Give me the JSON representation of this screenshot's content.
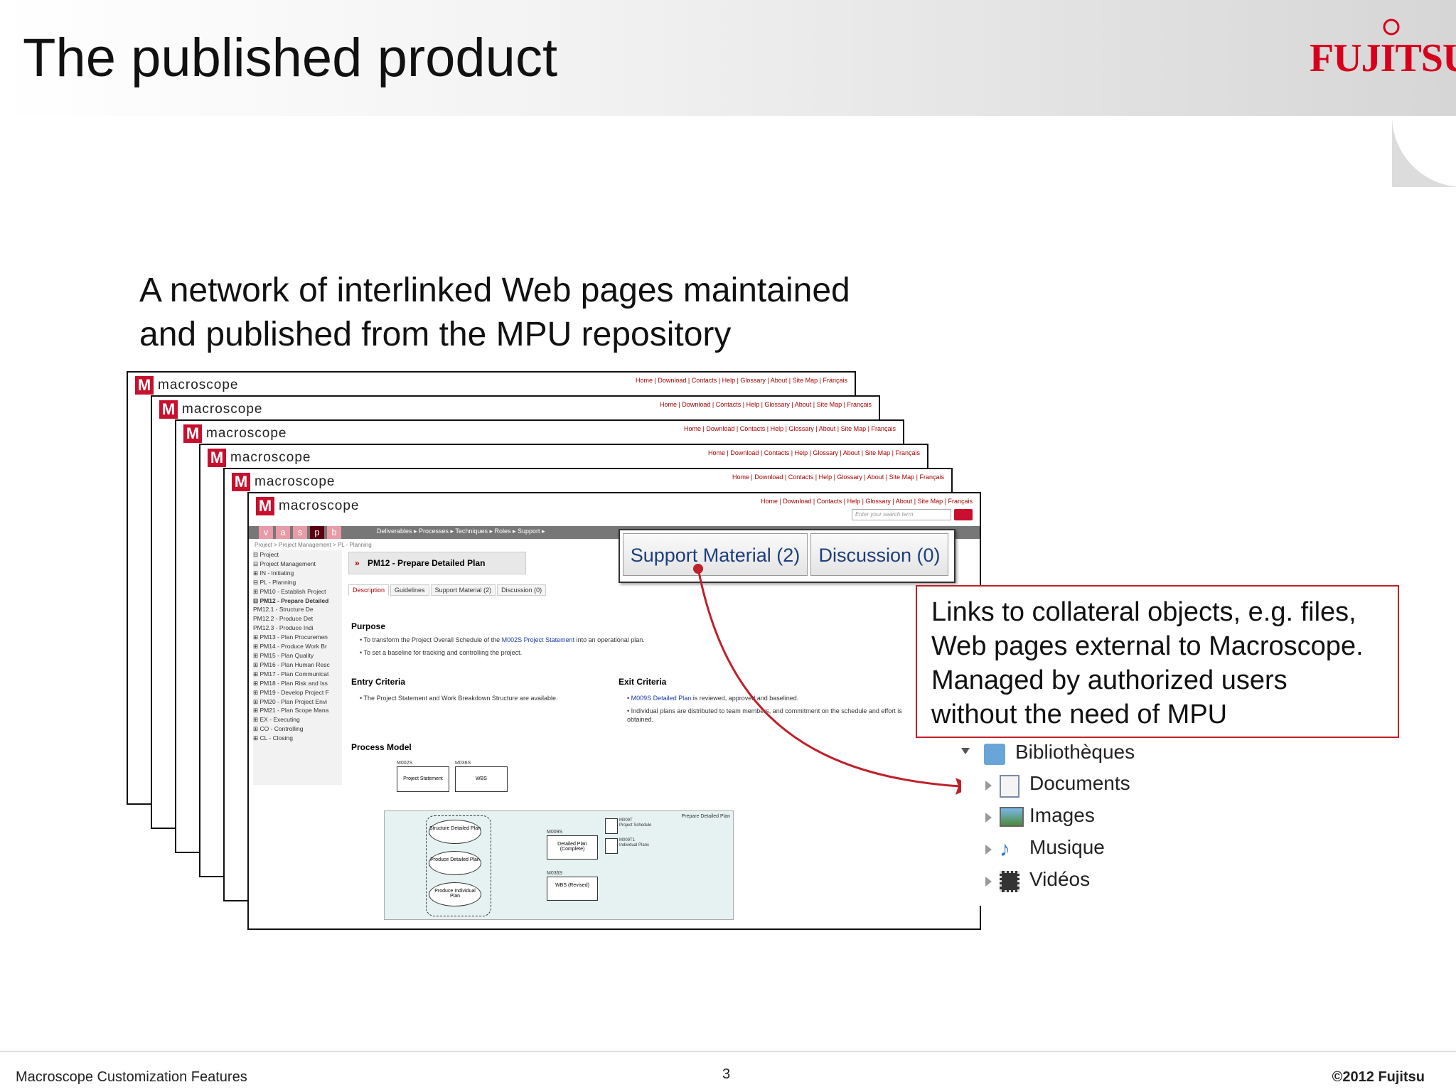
{
  "slide": {
    "title": "The published product",
    "subtitle_line1": "A network of interlinked Web pages maintained",
    "subtitle_line2": "and published from the MPU repository"
  },
  "logo": {
    "text": "FUJITSU",
    "color": "#d6001c"
  },
  "website": {
    "brand": "macroscope",
    "top_nav": "Home  |  Download  |  Contacts  |  Help  |  Glossary  |  About  |  Site Map  |  Français",
    "search_placeholder": "Enter your search term",
    "phase_tabs": [
      "v",
      "a",
      "s",
      "p",
      "b"
    ],
    "menu": "Deliverables ▸     Processes ▸     Techniques ▸     Roles ▸     Support ▸",
    "breadcrumb": "Project  >  Project Management  >  PL - Planning",
    "tree": [
      "⊟ Project",
      "   ⊟ Project Management",
      "      ⊞ IN - Initiating",
      "      ⊟ PL - Planning",
      "         ⊞ PM10 - Establish Project",
      "         ⊟ PM12 - Prepare Detailed",
      "              PM12.1 - Structure De",
      "              PM12.2 - Produce Det",
      "              PM12.3 - Produce Indi",
      "         ⊞ PM13 - Plan Procuremen",
      "         ⊞ PM14 - Produce Work Br",
      "         ⊞ PM15 - Plan Quality",
      "         ⊞ PM16 - Plan Human Resc",
      "         ⊞ PM17 - Plan Communicat",
      "         ⊞ PM18 - Plan Risk and Iss",
      "         ⊞ PM19 - Develop Project F",
      "         ⊞ PM20 - Plan Project Envi",
      "         ⊞ PM21 - Plan Scope Mana",
      "      ⊞ EX - Executing",
      "      ⊞ CO - Controlling",
      "      ⊞ CL - Closing"
    ],
    "content_title": "PM12 - Prepare Detailed Plan",
    "tabs": [
      "Description",
      "Guidelines",
      "Support Material (2)",
      "Discussion (0)"
    ],
    "purpose_heading": "Purpose",
    "purpose_1a": "To transform the Project Overall Schedule of the ",
    "purpose_1_link": "M002S Project Statement",
    "purpose_1b": " into an operational plan.",
    "purpose_2": "To set a baseline for tracking and controlling the project.",
    "entry_heading": "Entry Criteria",
    "entry_1": "The Project Statement and Work Breakdown Structure are available.",
    "exit_heading": "Exit Criteria",
    "exit_1_link": "M009S Detailed Plan",
    "exit_1b": " is reviewed, approved and baselined.",
    "exit_2": "Individual plans are distributed to team members, and commitment on the schedule and effort is obtained.",
    "process_heading": "Process Model",
    "diagram": {
      "input_1_code": "M002S",
      "input_1": "Project Statement",
      "input_2_code": "M036S",
      "input_2": "WBS",
      "label": "Prepare Detailed Plan",
      "step_1": "Structure Detailed Plan",
      "step_2": "Produce Detailed Plan",
      "step_3": "Produce Individual Plan",
      "out_1_code": "M009S",
      "out_1": "Detailed Plan (Complete)",
      "out_2_code": "M036S",
      "out_2": "WBS (Revised)",
      "doc_1_code": "M009T",
      "doc_1": "Project Schedule",
      "doc_2_code": "M009T1",
      "doc_2": "Individual Plans"
    }
  },
  "callout_tabs": {
    "support": "Support Material (2)",
    "discussion": "Discussion (0)"
  },
  "links_note": {
    "line1": "Links to collateral objects, e.g. files,",
    "line2": "Web pages external to Macroscope.",
    "line3": "Managed by authorized users",
    "line4": "without the need of MPU"
  },
  "explorer": {
    "root": "Bibliothèques",
    "items": [
      "Documents",
      "Images",
      "Musique",
      "Vidéos"
    ]
  },
  "footer": {
    "left": "Macroscope Customization Features",
    "page": "3",
    "right": "©2012 Fujitsu"
  },
  "colors": {
    "accent_red": "#c0202a",
    "link_blue": "#1a3ca8"
  }
}
